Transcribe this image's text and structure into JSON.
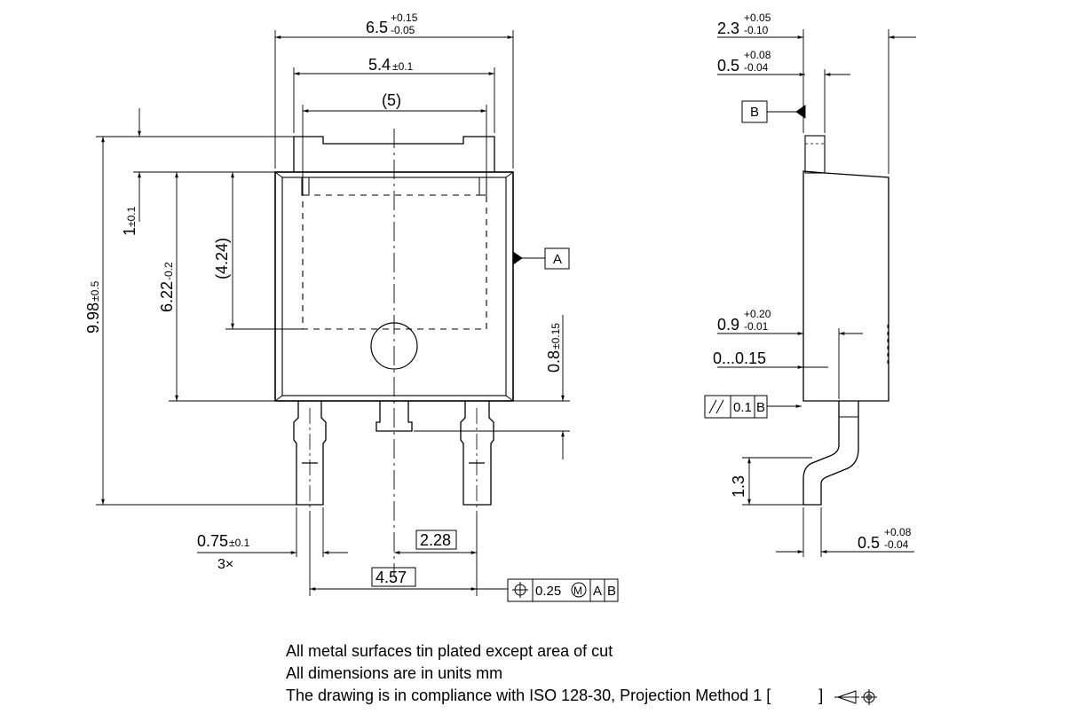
{
  "dimensions": {
    "width_total": {
      "base": "6.5",
      "upper": "+0.15",
      "lower": "-0.05"
    },
    "width_tab": {
      "base": "5.4",
      "tol": "±0.1"
    },
    "width_ref": "(5)",
    "height_total": {
      "base": "9.98",
      "tol": "±0.5"
    },
    "height_body": {
      "base": "6.22",
      "tol": "-0.2"
    },
    "height_ref": "(4.24)",
    "tab_offset": {
      "base": "1",
      "tol": "±0.1"
    },
    "lead_standoff": {
      "base": "0.8",
      "tol": "±0.15"
    },
    "lead_width": {
      "base": "0.75",
      "tol": "±0.1"
    },
    "lead_count": "3×",
    "pitch": "2.28",
    "pitch_double": "4.57",
    "side_thickness": {
      "base": "2.3",
      "upper": "+0.05",
      "lower": "-0.10"
    },
    "side_tab": {
      "base": "0.5",
      "upper": "+0.08",
      "lower": "-0.04"
    },
    "side_lead_offset": {
      "base": "0.9",
      "upper": "+0.20",
      "lower": "-0.01"
    },
    "side_standoff": "0...0.15",
    "side_bend": "1.3",
    "side_lead_thickness": {
      "base": "0.5",
      "upper": "+0.08",
      "lower": "-0.04"
    }
  },
  "datums": {
    "a": "A",
    "b": "B"
  },
  "tolerances": {
    "parallelism": {
      "value": "0.1",
      "datum": "B"
    },
    "position": {
      "value": "0.25",
      "modifier": "M",
      "datum1": "A",
      "datum2": "B"
    }
  },
  "notes": [
    "All metal surfaces tin plated except area of cut",
    "All dimensions are in units mm",
    "The drawing is in compliance with ISO 128-30, Projection Method 1 ["
  ],
  "notes_suffix": "]"
}
